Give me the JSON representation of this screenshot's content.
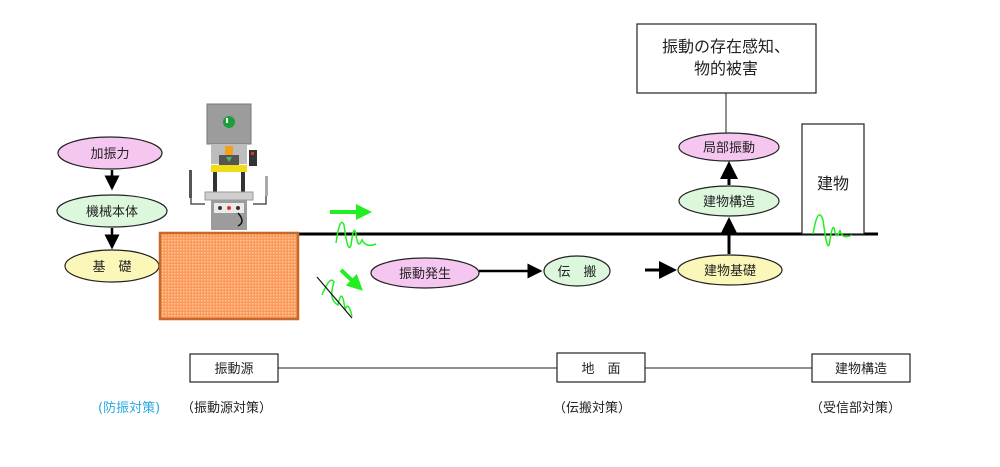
{
  "colors": {
    "pink": "#f5c6f0",
    "green_light": "#dcf7dc",
    "yellow_light": "#fbf7b8",
    "orange_fill": "#fb9a5a",
    "orange_border": "#c8692c",
    "wave_green": "#22ee22",
    "blue_text": "#2aa8e0"
  },
  "left_flow": {
    "nodes": [
      "加振力",
      "機械本体",
      "基　礎"
    ]
  },
  "main_flow": {
    "nodes": [
      "振動発生",
      "伝　搬",
      "建物基礎",
      "建物構造",
      "局部振動"
    ]
  },
  "effect_box": {
    "line1": "振動の存在感知、",
    "line2": "物的被害"
  },
  "building": {
    "label": "建物"
  },
  "bottom": {
    "boxes": [
      "振動源",
      "地　面",
      "建物構造"
    ],
    "category_label": "(防振対策)",
    "measures": [
      "（振動源対策）",
      "（伝搬対策）",
      "（受信部対策）"
    ]
  }
}
